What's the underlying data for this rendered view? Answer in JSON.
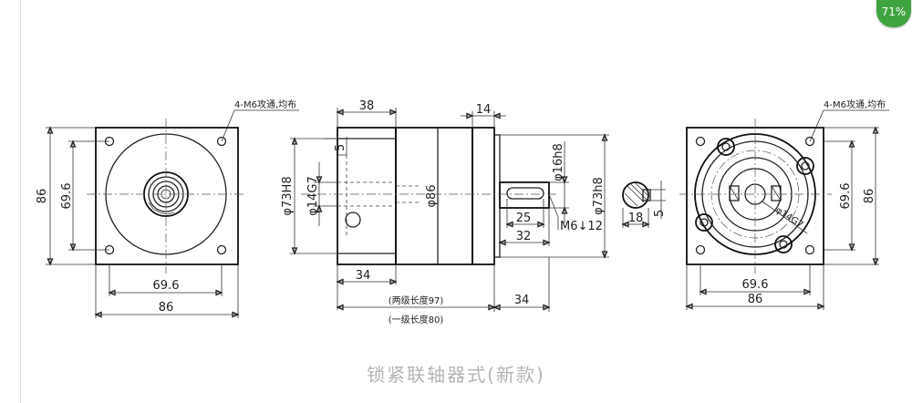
{
  "badge": {
    "zoom": "71%",
    "color": "#3fa33f"
  },
  "caption": "锁紧联轴器式(新款)",
  "left_view": {
    "note": "4-M6攻通,均布",
    "dim_width_inner": "69.6",
    "dim_width_outer": "86",
    "dim_height_outer": "86",
    "dim_height_inner": "69.6"
  },
  "side_view": {
    "dim_38": "38",
    "dim_14": "14",
    "dim_5": "5",
    "dim_73H8": "φ73H8",
    "dim_14G7": "φ14G7",
    "dim_86": "φ86",
    "dim_16h8": "φ16h8",
    "dim_73h8": "φ73h8",
    "dim_25": "25",
    "dim_32": "32",
    "dim_M6": "M6↓12",
    "dim_34_bottom": "34",
    "dim_34_right": "34",
    "dim_two_stage": "(两级长度97)",
    "dim_one_stage": "(一级长度80)"
  },
  "key_section": {
    "dim_18": "18",
    "dim_5": "5"
  },
  "right_view": {
    "note": "4-M6攻通,均布",
    "dim_14G7": "φ14G7",
    "dim_height_inner": "69.6",
    "dim_height_outer": "86",
    "dim_width_inner": "69.6",
    "dim_width_outer": "86"
  }
}
